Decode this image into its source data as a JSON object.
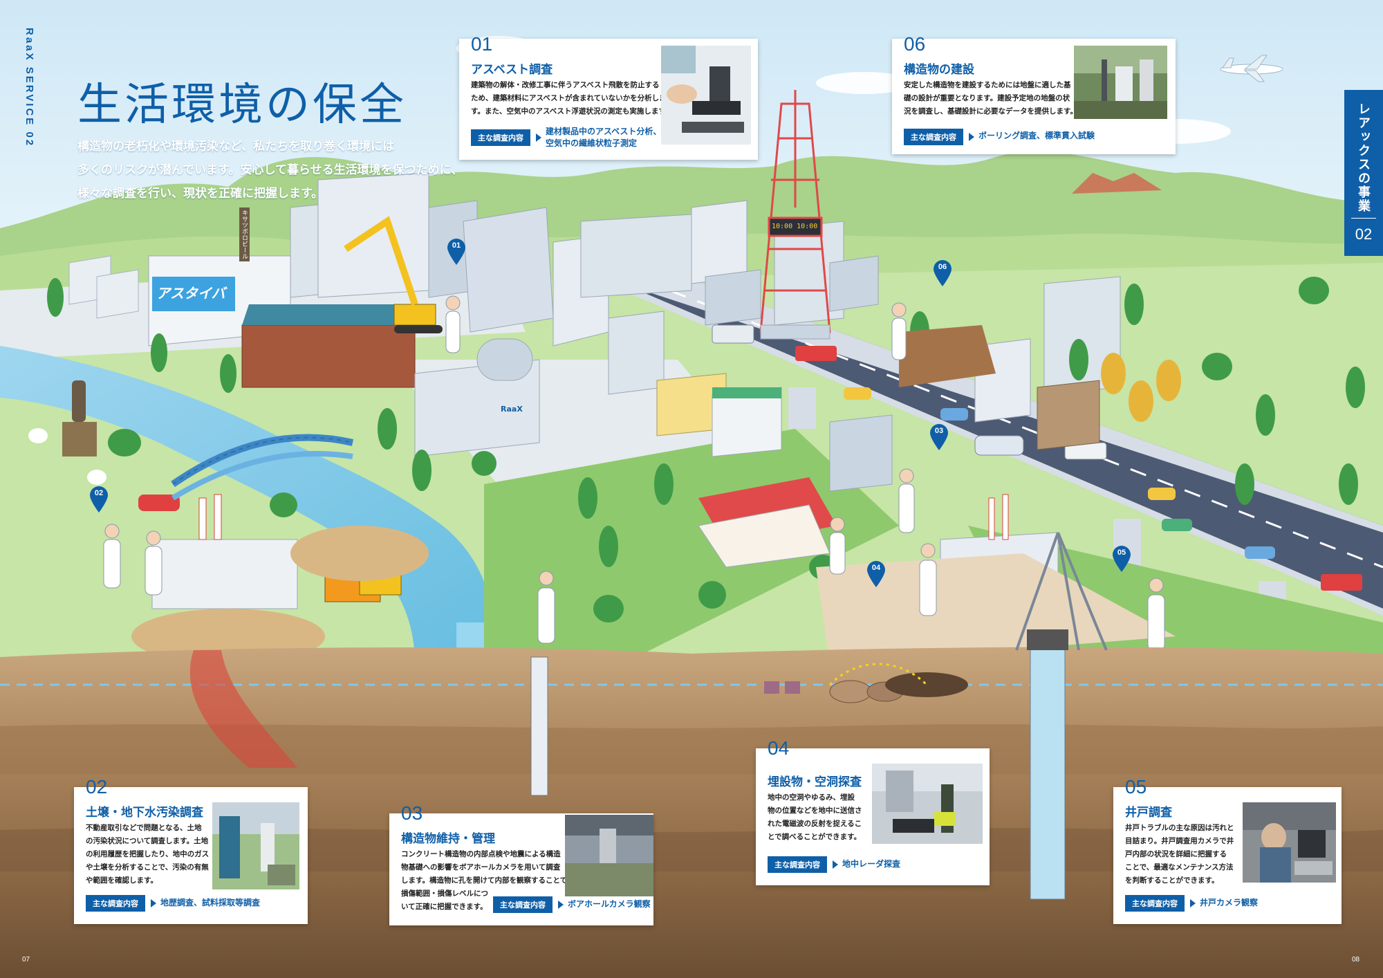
{
  "side_label": "RaaX SERVICE 02",
  "title": "生活環境の保全",
  "lead": [
    "構造物の老朽化や環境汚染など、私たちを取り巻く環境には",
    "多くのリスクが潜んでいます。安心して暮らせる生活環境を保つために、",
    "様々な調査を行い、現状を正確に把握します。"
  ],
  "badge": {
    "label": "レアックスの事業",
    "number": "02"
  },
  "billboard": "アスタイバ",
  "chimney_label": "キサツボロビール",
  "tower_clock": "10:00 10:00",
  "company_logo": "RaaX",
  "tag_label": "主な調査内容",
  "pins": [
    "01",
    "02",
    "03",
    "04",
    "05",
    "06"
  ],
  "cards": {
    "c01": {
      "num": "01",
      "title": "アスベスト調査",
      "body": [
        "建築物の解体・改修工事に伴うアスベスト飛散を防止する",
        "ため、建築材料にアスベストが含まれていないかを分析しま",
        "す。また、空気中のアスベスト浮遊状況の測定も実施します。"
      ],
      "tag": [
        "建材製品中のアスベスト分析、",
        "空気中の繊維状粒子測定"
      ]
    },
    "c06": {
      "num": "06",
      "title": "構造物の建設",
      "body": [
        "安定した構造物を建設するためには地盤に適した基",
        "礎の設計が重要となります。建設予定地の地盤の状",
        "況を調査し、基礎設計に必要なデータを提供します。"
      ],
      "tag": [
        "ボーリング調査、標準貫入試験"
      ]
    },
    "c02": {
      "num": "02",
      "title": "土壌・地下水汚染調査",
      "body": [
        "不動産取引などで問題となる、土地",
        "の汚染状況について調査します。土地",
        "の利用履歴を把握したり、地中のガス",
        "や土壌を分析することで、汚染の有無",
        "や範囲を確認します。"
      ],
      "tag": [
        "地歴調査、試料採取等調査"
      ]
    },
    "c03": {
      "num": "03",
      "title": "構造物維持・管理",
      "body": [
        "コンクリート構造物の内部点検や地震による構造",
        "物基礎への影響をボアホールカメラを用いて調査",
        "します。構造物に孔を開けて内部を観察することで、",
        "損傷範囲・損傷レベルにつ",
        "いて正確に把握できます。"
      ],
      "tag": [
        "ボアホールカメラ観察"
      ]
    },
    "c04": {
      "num": "04",
      "title": "埋設物・空洞探査",
      "body": [
        "地中の空洞やゆるみ、埋設",
        "物の位置などを地中に送信さ",
        "れた電磁波の反射を捉えるこ",
        "とで調べることができます。"
      ],
      "tag": [
        "地中レーダ探査"
      ]
    },
    "c05": {
      "num": "05",
      "title": "井戸調査",
      "body": [
        "井戸トラブルの主な原因は汚れと",
        "目詰まり。井戸調査用カメラで井",
        "戸内部の状況を詳細に把握する",
        "ことで、最適なメンテナンス方法",
        "を判断することができます。"
      ],
      "tag": [
        "井戸カメラ観察"
      ]
    }
  },
  "page_left": "07",
  "page_right": "08"
}
